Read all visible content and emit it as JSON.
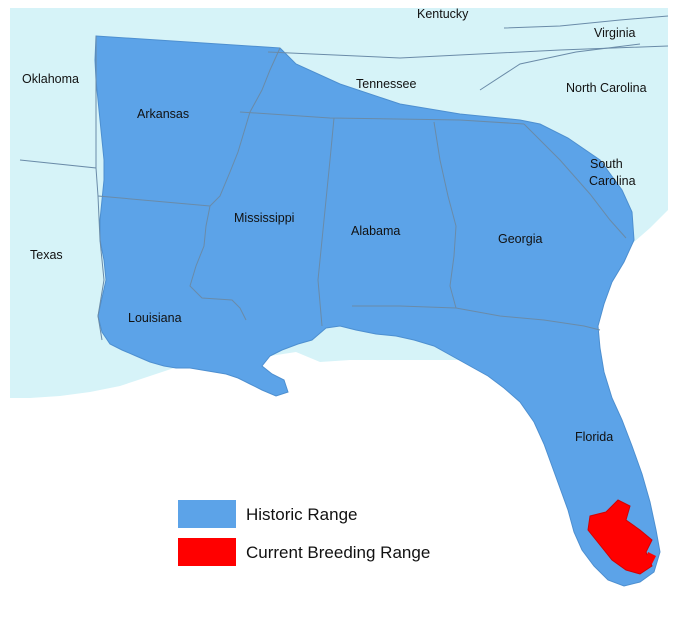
{
  "colors": {
    "land": "#d6f3f8",
    "water": "#ffffff",
    "historic_range": "#5ca3e8",
    "current_breeding_range": "#ff0000",
    "borders": "#6a8ba8"
  },
  "states": [
    {
      "name": "Kentucky"
    },
    {
      "name": "Virginia"
    },
    {
      "name": "Oklahoma"
    },
    {
      "name": "Tennessee"
    },
    {
      "name": "North Carolina"
    },
    {
      "name": "Arkansas"
    },
    {
      "name": "South Carolina",
      "lines": [
        "South",
        "Carolina"
      ]
    },
    {
      "name": "Mississippi"
    },
    {
      "name": "Alabama"
    },
    {
      "name": "Georgia"
    },
    {
      "name": "Texas"
    },
    {
      "name": "Louisiana"
    },
    {
      "name": "Florida"
    }
  ],
  "legend": {
    "items": [
      {
        "label": "Historic Range",
        "color": "#5ca3e8"
      },
      {
        "label": "Current Breeding Range",
        "color": "#ff0000"
      }
    ]
  }
}
